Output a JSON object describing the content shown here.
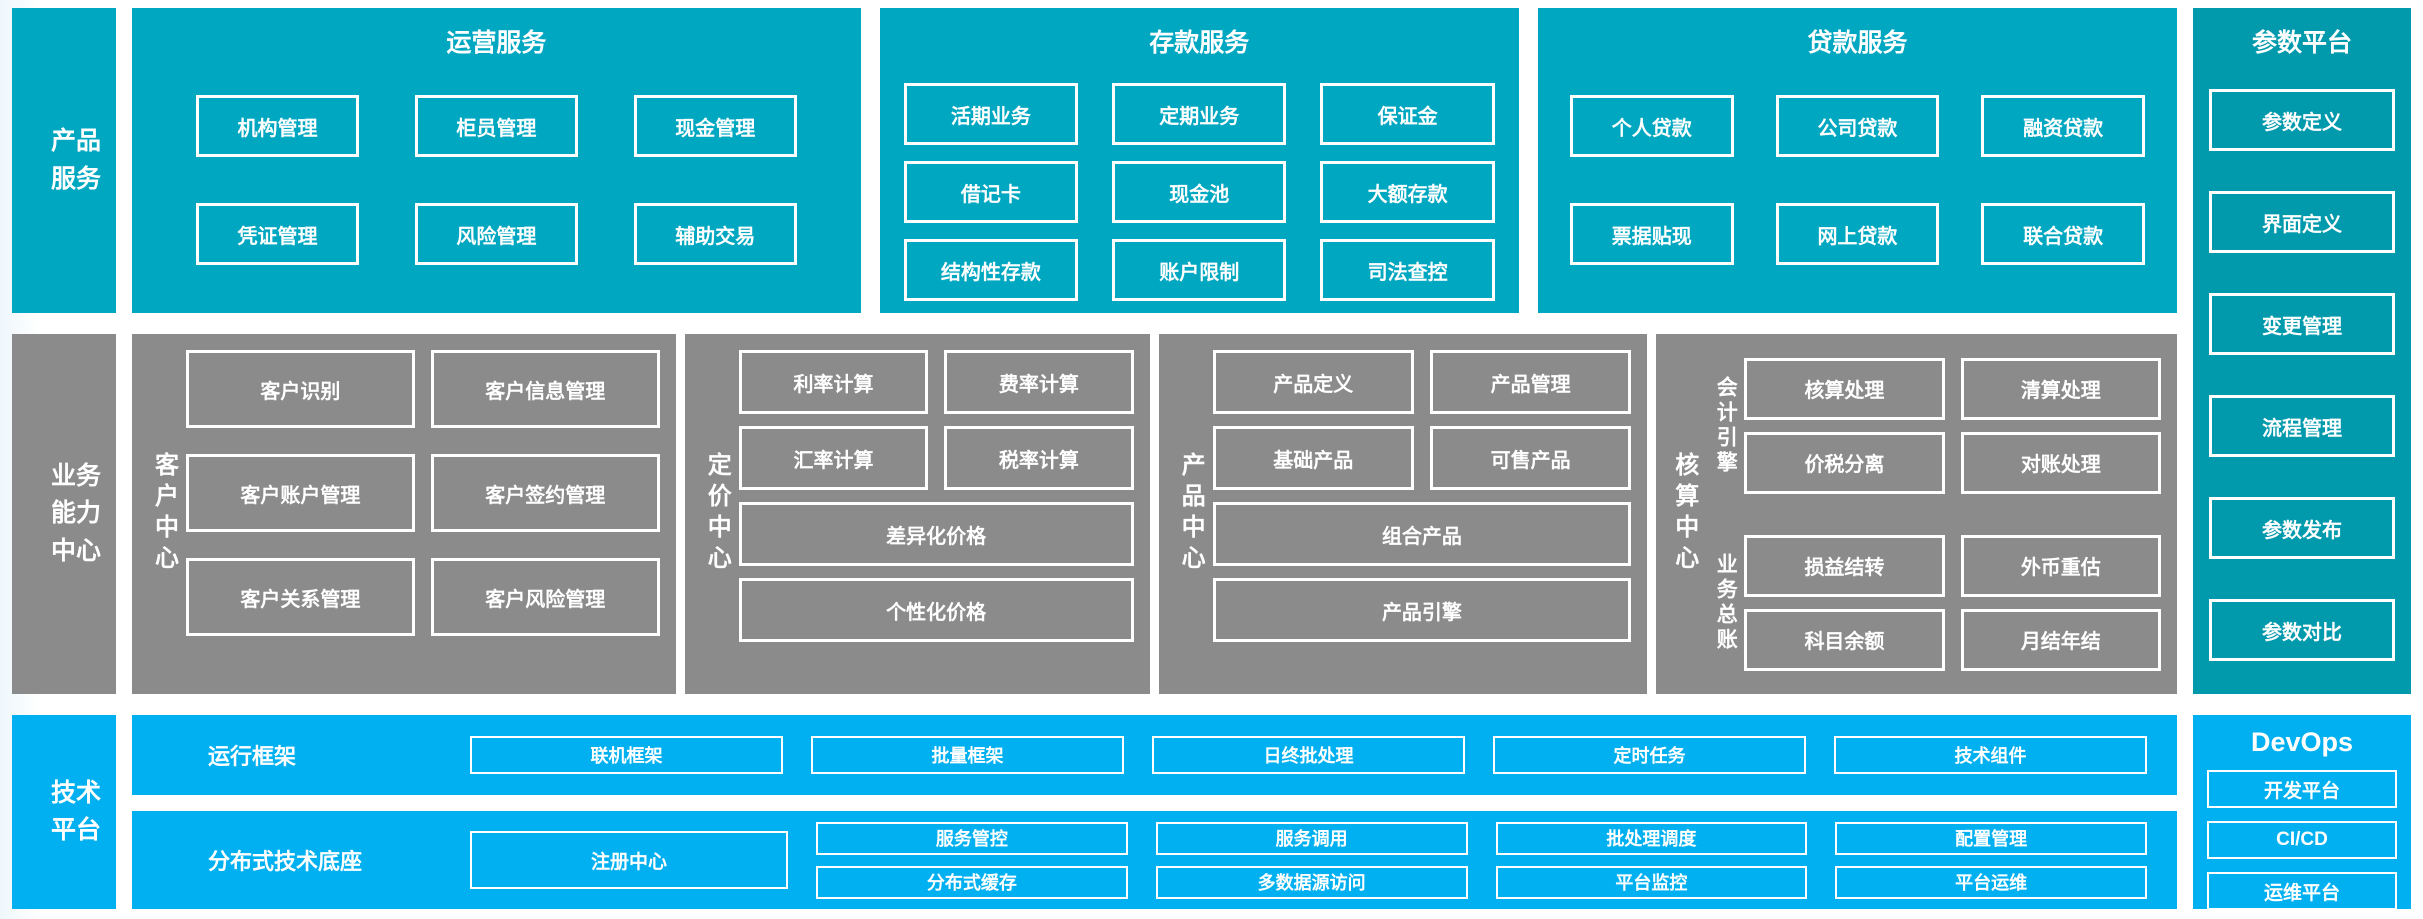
{
  "colors": {
    "teal": "#00a7c0",
    "teal_dark": "#0199ac",
    "gray": "#8b8b8b",
    "blue": "#00b0f0"
  },
  "bands": {
    "product_services": {
      "label": "产品\n服务"
    },
    "business_capability": {
      "label": "业务\n能力\n中心"
    },
    "tech_platform": {
      "label": "技术\n平台"
    }
  },
  "sections": {
    "operations": {
      "title": "运营服务",
      "items": [
        "机构管理",
        "柜员管理",
        "现金管理",
        "凭证管理",
        "风险管理",
        "辅助交易"
      ]
    },
    "deposits": {
      "title": "存款服务",
      "items": [
        "活期业务",
        "定期业务",
        "保证金",
        "借记卡",
        "现金池",
        "大额存款",
        "结构性存款",
        "账户限制",
        "司法查控"
      ]
    },
    "loans": {
      "title": "贷款服务",
      "items": [
        "个人贷款",
        "公司贷款",
        "融资贷款",
        "票据贴现",
        "网上贷款",
        "联合贷款"
      ]
    },
    "params": {
      "title": "参数平台",
      "items": [
        "参数定义",
        "界面定义",
        "变更管理",
        "流程管理",
        "参数发布",
        "参数对比"
      ]
    },
    "customer": {
      "label": "客户中心",
      "items": [
        "客户识别",
        "客户信息管理",
        "客户账户管理",
        "客户签约管理",
        "客户关系管理",
        "客户风险管理"
      ]
    },
    "pricing": {
      "label": "定价中心",
      "items": [
        "利率计算",
        "费率计算",
        "汇率计算",
        "税率计算",
        "差异化价格",
        "个性化价格"
      ]
    },
    "product": {
      "label": "产品中心",
      "items": [
        "产品定义",
        "产品管理",
        "基础产品",
        "可售产品",
        "组合产品",
        "产品引擎"
      ]
    },
    "accounting": {
      "label": "核算中心",
      "groups": [
        {
          "label": "会计引擎",
          "items": [
            "核算处理",
            "清算处理",
            "价税分离",
            "对账处理"
          ]
        },
        {
          "label": "业务总账",
          "items": [
            "损益结转",
            "外币重估",
            "科目余额",
            "月结年结"
          ]
        }
      ]
    },
    "runtime": {
      "label": "运行框架",
      "items": [
        "联机框架",
        "批量框架",
        "日终批处理",
        "定时任务",
        "技术组件"
      ]
    },
    "distributed": {
      "label": "分布式技术底座",
      "registry": "注册中心",
      "items": [
        "服务管控",
        "服务调用",
        "批处理调度",
        "配置管理",
        "分布式缓存",
        "多数据源访问",
        "平台监控",
        "平台运维"
      ]
    },
    "devops": {
      "title": "DevOps",
      "items": [
        "开发平台",
        "CI/CD",
        "运维平台"
      ]
    }
  }
}
